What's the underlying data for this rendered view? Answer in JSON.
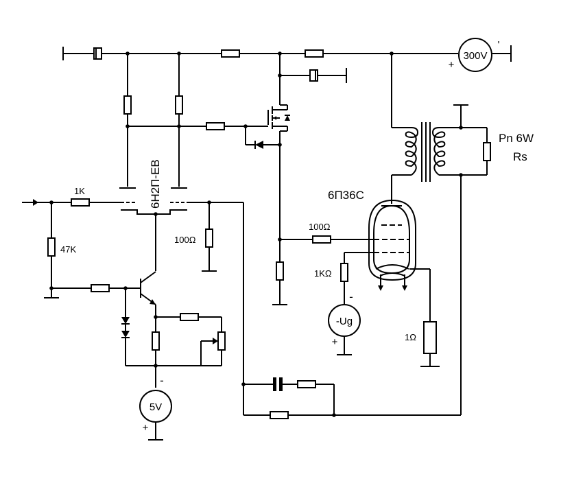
{
  "labels": {
    "r_in": "1K",
    "r_bias": "47K",
    "dual_triode": "6Н2П-ЕВ",
    "r_load_triode": "100Ω",
    "r_grid2": "100Ω",
    "r_grid1": "1KΩ",
    "power_tube": "6П36С",
    "r_cathode": "1Ω",
    "output_power": "Pn 6W",
    "load": "Rs",
    "supply_hv": "300V",
    "supply_neg": "-Ug",
    "supply_5v": "5V",
    "plus": "+",
    "minus": "-",
    "prime_mark": "'"
  }
}
